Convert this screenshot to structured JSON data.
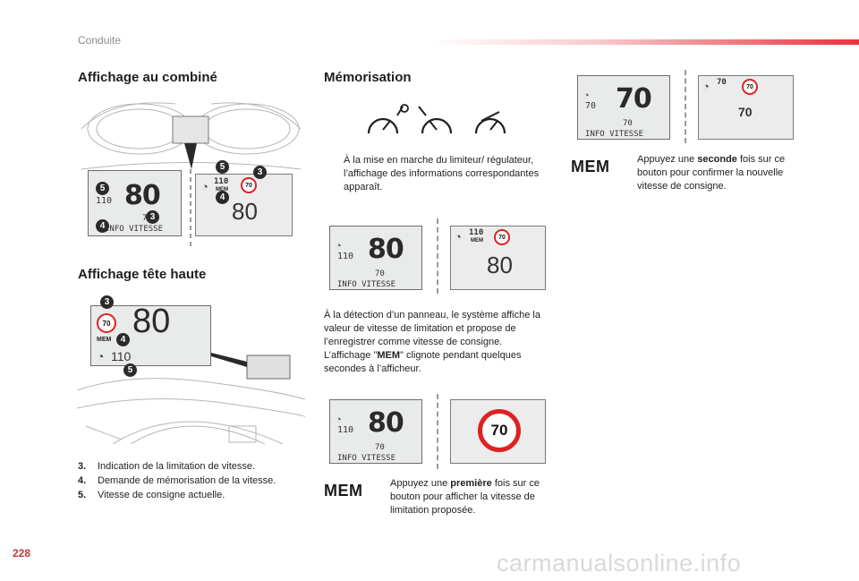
{
  "header": {
    "title": "Conduite"
  },
  "footer": {
    "page_number": "228",
    "watermark": "carmanualsonline.info"
  },
  "left": {
    "title_combine": "Affichage au combiné",
    "title_hud": "Affichage tête haute",
    "legend": [
      {
        "num": "3.",
        "text": "Indication de la limitation de vitesse."
      },
      {
        "num": "4.",
        "text": "Demande de mémorisation de la vitesse."
      },
      {
        "num": "5.",
        "text": "Vitesse de consigne actuelle."
      }
    ]
  },
  "middle": {
    "title": "Mémorisation",
    "bullet1": "À la mise en marche du limiteur/ régulateur, l’affichage des informations correspondantes apparaît.",
    "para_detect_1": "À la détection d’un panneau, le système affiche la valeur de vitesse de limitation et propose de l’enregistrer comme vitesse de consigne.",
    "para_detect_2a": "L’affichage \"",
    "para_detect_2b": "MEM",
    "para_detect_2c": "\" clignote pendant quelques secondes à l’afficheur.",
    "mem_label": "MEM",
    "bullet2_a": "Appuyez une ",
    "bullet2_b": "première",
    "bullet2_c": " fois sur ce bouton pour afficher la vitesse de limitation proposée."
  },
  "right": {
    "mem_label": "MEM",
    "bullet_a": "Appuyez une ",
    "bullet_b": "seconde",
    "bullet_c": " fois sur ce bouton pour confirmer la nouvelle vitesse de consigne."
  },
  "displays": {
    "speed80": "80",
    "speed70": "70",
    "set110": "110",
    "mem": "MEM",
    "info": "INFO VITESSE",
    "sign70": "70",
    "badge3": "3",
    "badge4": "4",
    "badge5": "5"
  },
  "bullet_glyph": "",
  "colors": {
    "accent": "#e8323c",
    "sign_ring": "#dd2222"
  }
}
